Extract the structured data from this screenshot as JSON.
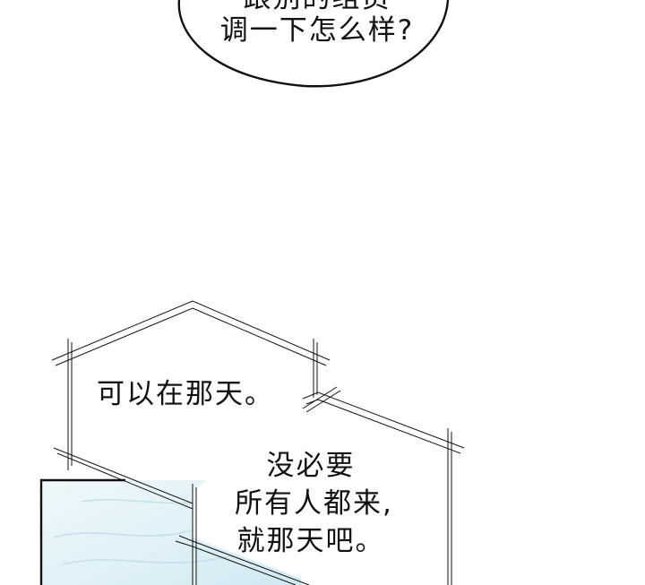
{
  "speech_bubble": {
    "clipped_line": "跟别的组员",
    "line": "调一下怎么样?"
  },
  "caption_left": {
    "text": "可以在那天。"
  },
  "caption_right": {
    "lines": [
      "没必要",
      "所有人都来,",
      "就那天吧。"
    ]
  },
  "colors": {
    "ink": "#111111",
    "panel_fill": "#e4f3f8",
    "background": "#ffffff"
  }
}
